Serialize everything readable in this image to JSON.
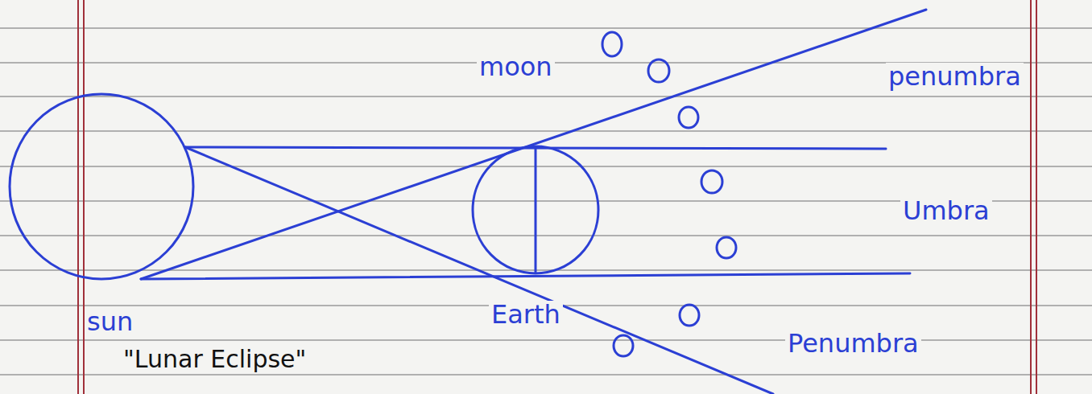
{
  "diagram": {
    "title": "\"Lunar Eclipse\"",
    "nodes": [
      {
        "text": [
          "sun"
        ]
      },
      {
        "text": [
          "Earth"
        ]
      }
    ],
    "labels": [
      "moon",
      "penumbra",
      "Umbra",
      "Penumbra"
    ]
  }
}
